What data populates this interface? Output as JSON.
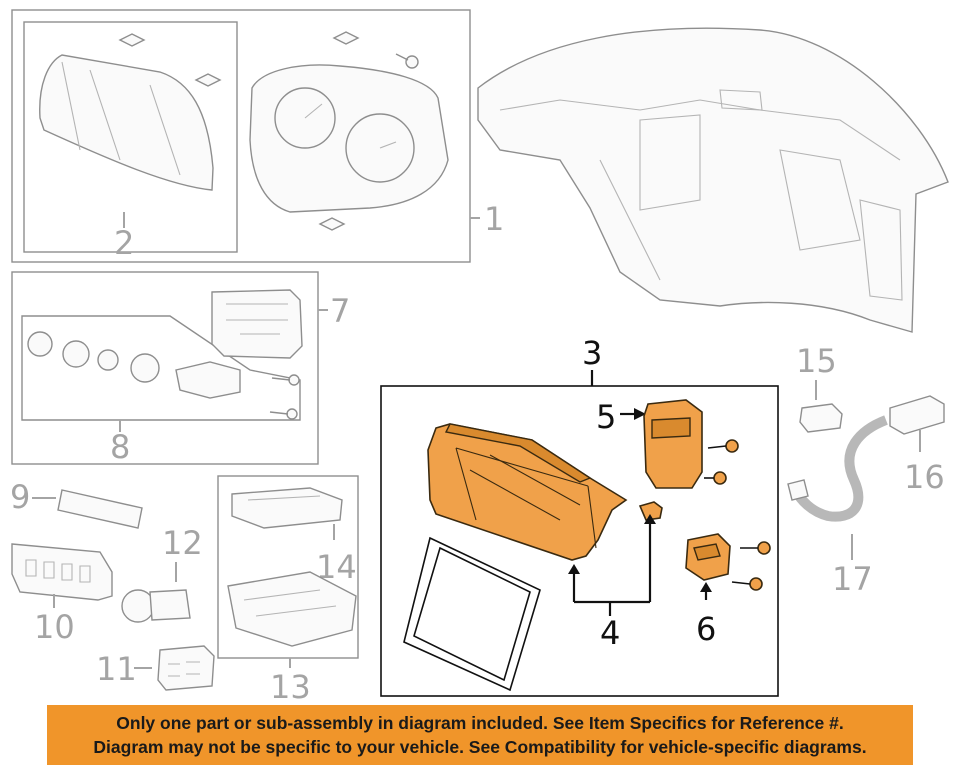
{
  "callouts": {
    "c1": "1",
    "c2": "2",
    "c3": "3",
    "c4": "4",
    "c5": "5",
    "c6": "6",
    "c7": "7",
    "c8": "8",
    "c9": "9",
    "c10": "10",
    "c11": "11",
    "c12": "12",
    "c13": "13",
    "c14": "14",
    "c15": "15",
    "c16": "16",
    "c17": "17"
  },
  "disclaimer": {
    "line1": "Only one part or sub-assembly in diagram included. See Item Specifics for Reference #.",
    "line2": "Diagram may not be specific to your vehicle. See Compatibility for vehicle-specific diagrams."
  },
  "colors": {
    "highlight_part": "#f0a14a",
    "banner_background": "#f0952a",
    "callout_inactive": "#a4a4a4",
    "callout_active": "#111111"
  }
}
